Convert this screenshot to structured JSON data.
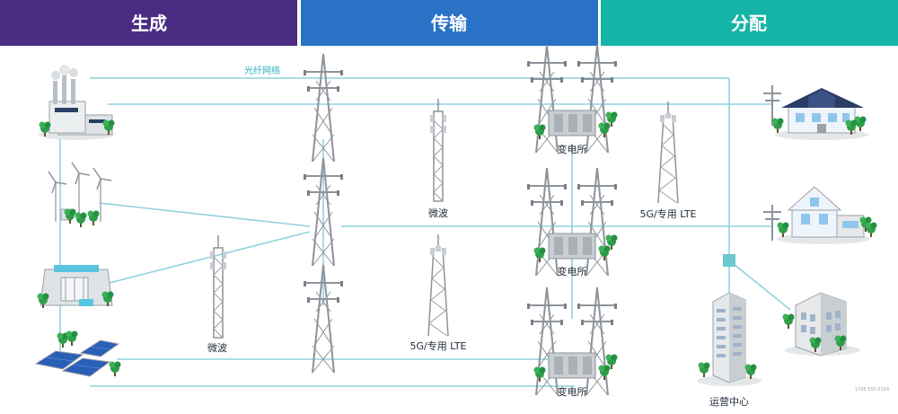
{
  "headers": {
    "generation": "生成",
    "transmission": "传输",
    "distribution": "分配"
  },
  "colors": {
    "generation": "#4a2c82",
    "transmission": "#2a72c6",
    "distribution": "#16b3a8",
    "line": "#8fd3de",
    "tower": "#8d939a",
    "tree": "#2e9e48"
  },
  "labels": {
    "fiber_network": "光纤网络",
    "substation_1": "变电所",
    "substation_2": "变电所",
    "substation_3": "变电所",
    "microwave_1": "微波",
    "microwave_2": "微波",
    "lte_1": "5G/专用 LTE",
    "lte_2": "5G/专用 LTE",
    "control_center": "运营中心",
    "ref_code": "1706 550 0124"
  }
}
